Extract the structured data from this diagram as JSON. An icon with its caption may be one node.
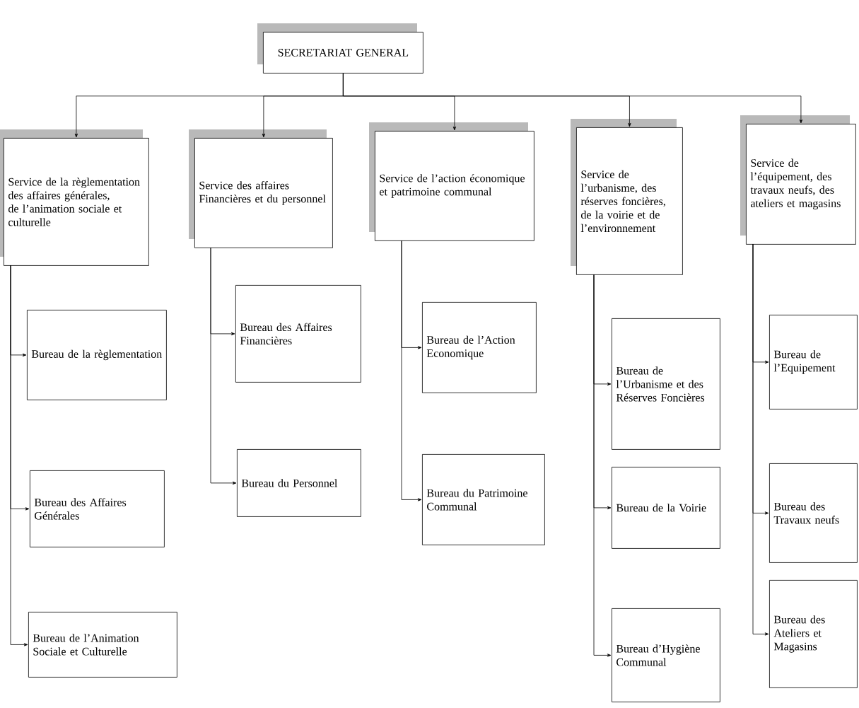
{
  "diagram": {
    "nodes": [
      {
        "text": [
          "SECRETARIAT GENERAL"
        ]
      },
      {
        "text": [
          "Service de la règlementation des affaires générales, de l’animation sociale et culturelle"
        ]
      },
      {
        "text": [
          "Service des affaires Financières et du personnel"
        ]
      },
      {
        "text": [
          "Service de l’action économique et patrimoine communal"
        ]
      },
      {
        "text": [
          "Service de l’urbanisme, des réserves foncières, de la voirie et de l’environnement"
        ]
      },
      {
        "text": [
          "Service de l’équipement, des travaux neufs, des ateliers et magasins"
        ]
      },
      {
        "text": [
          "Bureau de la règlementation"
        ]
      },
      {
        "text": [
          "Bureau des Affaires Générales"
        ]
      },
      {
        "text": [
          "Bureau de l’Animation Sociale et Culturelle"
        ]
      },
      {
        "text": [
          "Bureau des Affaires Financières"
        ]
      },
      {
        "text": [
          "Bureau du Personnel"
        ]
      },
      {
        "text": [
          "Bureau de l’Action Economique"
        ]
      },
      {
        "text": [
          "Bureau du Patrimoine Communal"
        ]
      },
      {
        "text": [
          "Bureau de l’Urbanisme et des Réserves Foncières"
        ]
      },
      {
        "text": [
          "Bureau de la Voirie"
        ]
      },
      {
        "text": [
          "Bureau d’Hygiène Communal"
        ]
      },
      {
        "text": [
          "Bureau de l’Equipement"
        ]
      },
      {
        "text": [
          "Bureau des Travaux neufs"
        ]
      },
      {
        "text": [
          "Bureau des Ateliers et Magasins"
        ]
      }
    ],
    "edges": [
      {
        "from": 0,
        "to": 1,
        "arrow": "to"
      },
      {
        "from": 0,
        "to": 2,
        "arrow": "to"
      },
      {
        "from": 0,
        "to": 3,
        "arrow": "to"
      },
      {
        "from": 0,
        "to": 4,
        "arrow": "to"
      },
      {
        "from": 0,
        "to": 5,
        "arrow": "to"
      },
      {
        "from": 1,
        "to": 6,
        "arrow": "to"
      },
      {
        "from": 1,
        "to": 7,
        "arrow": "to"
      },
      {
        "from": 1,
        "to": 8,
        "arrow": "to"
      },
      {
        "from": 2,
        "to": 9,
        "arrow": "to"
      },
      {
        "from": 2,
        "to": 10,
        "arrow": "to"
      },
      {
        "from": 3,
        "to": 11,
        "arrow": "to"
      },
      {
        "from": 3,
        "to": 12,
        "arrow": "to"
      },
      {
        "from": 4,
        "to": 13,
        "arrow": "to"
      },
      {
        "from": 4,
        "to": 14,
        "arrow": "to"
      },
      {
        "from": 4,
        "to": 15,
        "arrow": "to"
      },
      {
        "from": 5,
        "to": 16,
        "arrow": "to"
      },
      {
        "from": 5,
        "to": 17,
        "arrow": "to"
      },
      {
        "from": 5,
        "to": 18,
        "arrow": "to"
      }
    ]
  }
}
